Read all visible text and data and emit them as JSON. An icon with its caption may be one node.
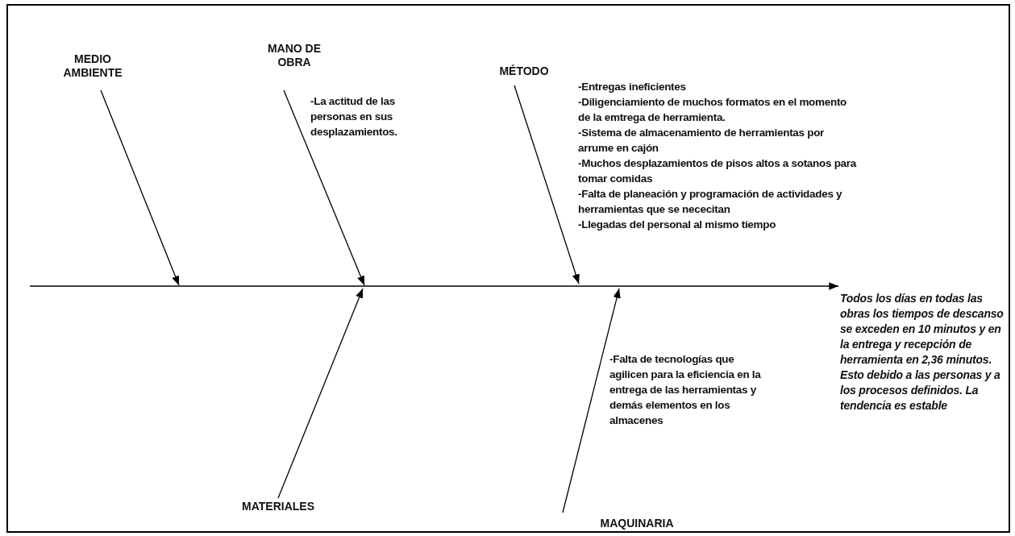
{
  "diagram": {
    "nodes": [
      {
        "text": [
          "MEDIO AMBIENTE"
        ]
      },
      {
        "text": [
          "MANO DE OBRA"
        ]
      },
      {
        "text": [
          "MÉTODO"
        ],
        "beside": [
          "-Entregas ineficientes",
          "-Diligenciamiento de muchos formatos en el momento de la emtrega de herramienta.",
          "-Sistema de almacenamiento de herramientas por arrume en cajón",
          "-Muchos desplazamientos de pisos altos a sotanos para tomar comidas",
          "-Falta de planeación y programación de actividades y herramientas que se nececitan",
          "-Llegadas del personal al mismo tiempo"
        ]
      },
      {
        "text": [
          "MATERIALES"
        ]
      },
      {
        "text": [
          "MAQUINARIA"
        ]
      },
      {
        "text": [
          "Todos los días en todas las obras los tiempos de descanso se exceden en 10 minutos y en la entrega y recepción de herramienta en 2,36 minutos. Esto debido a las personas y a los procesos definidos. La tendencia es estable"
        ]
      }
    ],
    "edges": [
      {
        "from": 0,
        "to": null,
        "arrow": "to"
      },
      {
        "from": 1,
        "to": null,
        "arrow": "to"
      },
      {
        "from": 2,
        "to": null,
        "arrow": "to"
      },
      {
        "from": 3,
        "to": null,
        "arrow": "to"
      },
      {
        "from": 4,
        "to": null,
        "arrow": "to"
      },
      {
        "from": null,
        "to": 5,
        "arrow": "to"
      }
    ],
    "labels": [
      "-La actitud de las personas en sus desplazamientos.",
      "-Falta de tecnologías que agilicen para la eficiencia en la entrega de las herramientas y demás elementos en los almacenes"
    ]
  }
}
